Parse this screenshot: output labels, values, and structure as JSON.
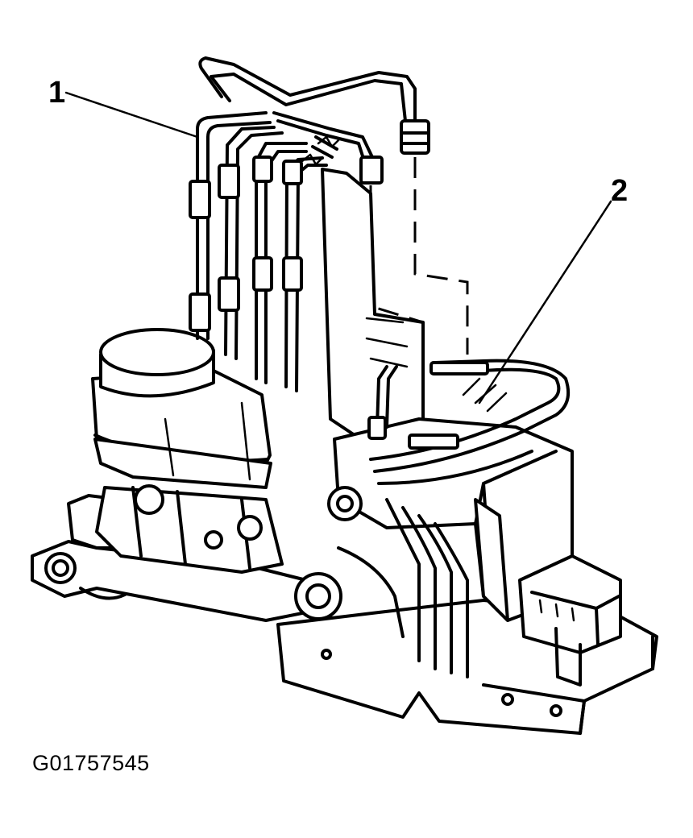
{
  "callouts": {
    "one": "1",
    "two": "2"
  },
  "figure_id": "G01757545"
}
